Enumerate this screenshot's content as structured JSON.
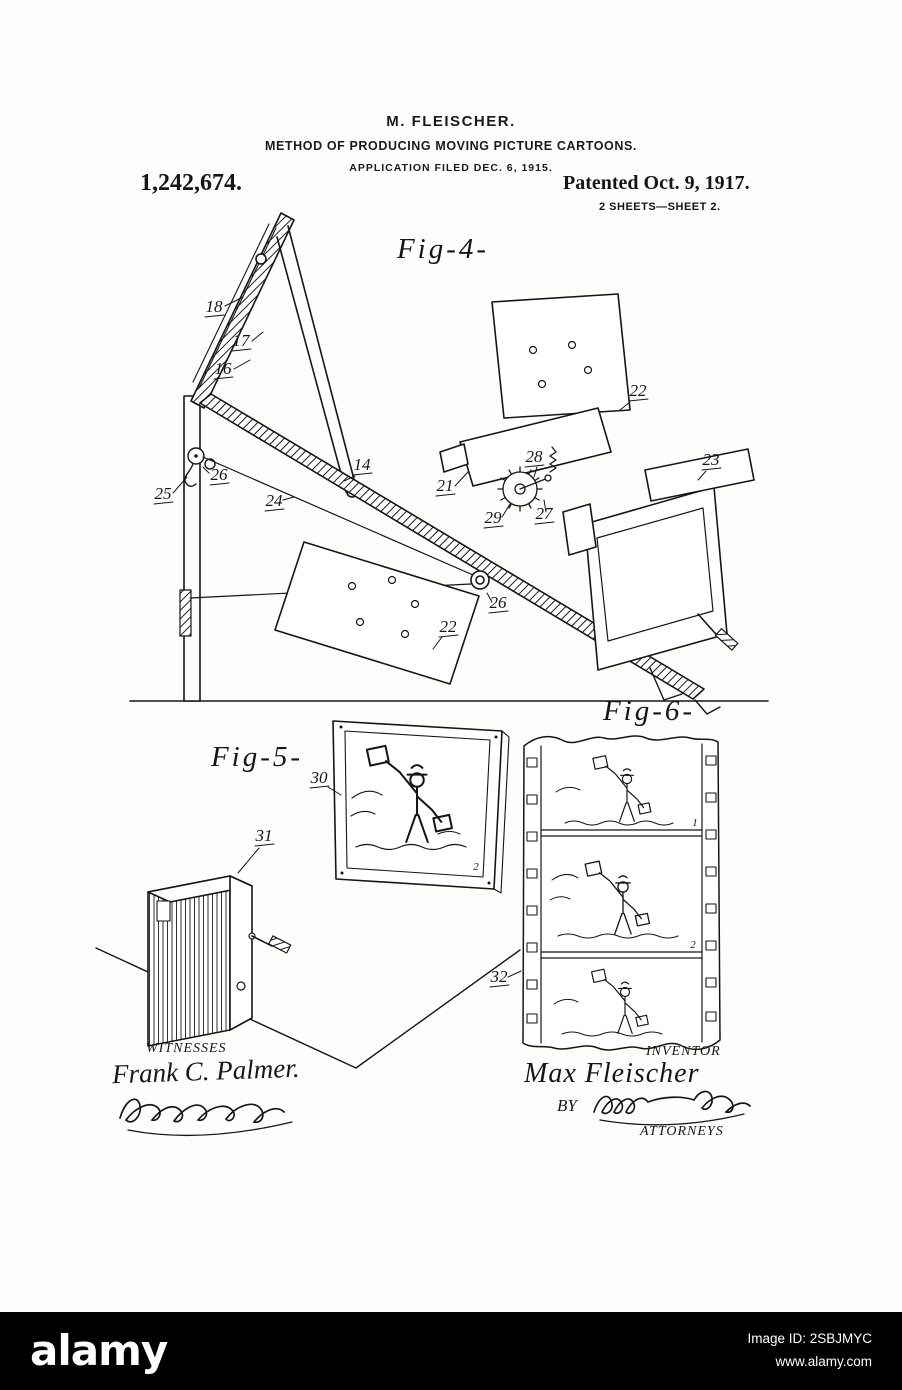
{
  "header": {
    "inventor": "M. FLEISCHER.",
    "title": "METHOD OF PRODUCING MOVING PICTURE CARTOONS.",
    "application": "APPLICATION FILED DEC. 6, 1915.",
    "patent_number": "1,242,674.",
    "patented": "Patented Oct. 9, 1917.",
    "sheets": "2 SHEETS—SHEET 2."
  },
  "figures": {
    "fig4": {
      "label": "Fig-4-",
      "refs": {
        "r14": "14",
        "r16": "16",
        "r17": "17",
        "r18": "18",
        "r21": "21",
        "r22a": "22",
        "r22b": "22",
        "r23": "23",
        "r24": "24",
        "r25": "25",
        "r26a": "26",
        "r26b": "26",
        "r27": "27",
        "r28": "28",
        "r29": "29"
      }
    },
    "fig5": {
      "label": "Fig-5-",
      "refs": {
        "r30": "30",
        "r31": "31",
        "screen_frame": "2"
      }
    },
    "fig6": {
      "label": "Fig-6-",
      "refs": {
        "r32": "32",
        "frame1": "1",
        "frame2": "2"
      }
    }
  },
  "signatures": {
    "witnesses_label": "WITNESSES",
    "witness_1": "Frank C. Palmer.",
    "inventor_label": "INVENTOR",
    "inventor_name": "Max Fleischer",
    "by_label": "BY",
    "attorneys_label": "ATTORNEYS"
  },
  "watermark": {
    "brand": "alamy",
    "image_id": "Image ID: 2SBJMYC",
    "url": "www.alamy.com"
  }
}
